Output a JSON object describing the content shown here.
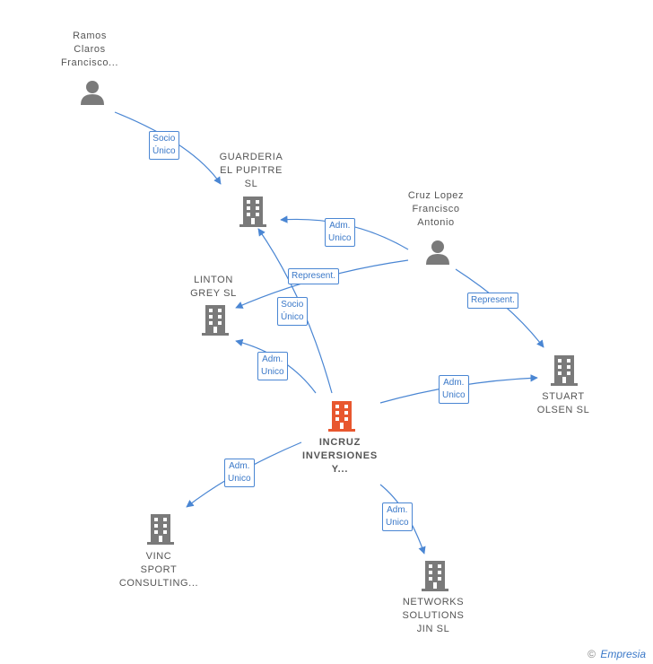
{
  "nodes": {
    "ramos": {
      "lines": [
        "Ramos",
        "Claros",
        "Francisco..."
      ]
    },
    "guarderia": {
      "lines": [
        "GUARDERIA",
        "EL PUPITRE",
        "SL"
      ]
    },
    "cruz": {
      "lines": [
        "Cruz Lopez",
        "Francisco",
        "Antonio"
      ]
    },
    "linton": {
      "lines": [
        "LINTON",
        "GREY  SL"
      ]
    },
    "stuart": {
      "lines": [
        "STUART",
        "OLSEN  SL"
      ]
    },
    "incruz": {
      "lines": [
        "INCRUZ",
        "INVERSIONES",
        "Y..."
      ]
    },
    "vinc": {
      "lines": [
        "VINC",
        "SPORT",
        "CONSULTING..."
      ]
    },
    "networks": {
      "lines": [
        "NETWORKS",
        "SOLUTIONS",
        "JIN  SL"
      ]
    }
  },
  "edges": {
    "ramos_guarderia": [
      "Socio",
      "Único"
    ],
    "cruz_guarderia": [
      "Adm.",
      "Unico"
    ],
    "cruz_linton": [
      "Represent."
    ],
    "cruz_stuart": [
      "Represent."
    ],
    "incruz_guarderia": [
      "Socio",
      "Único"
    ],
    "incruz_linton": [
      "Adm.",
      "Unico"
    ],
    "incruz_stuart": [
      "Adm.",
      "Unico"
    ],
    "incruz_vinc": [
      "Adm.",
      "Unico"
    ],
    "incruz_networks": [
      "Adm.",
      "Unico"
    ]
  },
  "colors": {
    "edge": "#4a86d3",
    "building": "#7a7a7a",
    "center_building": "#e8572f",
    "person": "#7a7a7a"
  },
  "footer": {
    "copyright": "©",
    "brand": "Empresia"
  }
}
